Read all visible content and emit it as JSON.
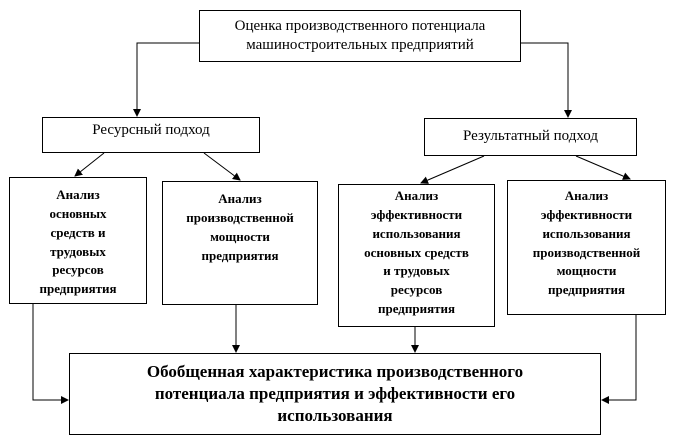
{
  "diagram": {
    "top": {
      "lines": [
        "Оценка производственного потенциала",
        "машиностроительных предприятий"
      ]
    },
    "resource": {
      "label": "Ресурсный подход"
    },
    "result": {
      "label": "Результатный подход"
    },
    "analysis1": {
      "lines": [
        "Анализ",
        "основных",
        "средств и",
        "трудовых",
        "ресурсов",
        "предприятия"
      ]
    },
    "analysis2": {
      "lines": [
        "Анализ",
        "производственной",
        "мощности",
        "предприятия"
      ]
    },
    "analysis3": {
      "lines": [
        "Анализ",
        "эффективности",
        "использования",
        "основных средств",
        "и трудовых",
        "ресурсов",
        "предприятия"
      ]
    },
    "analysis4": {
      "lines": [
        "Анализ",
        "эффективности",
        "использования",
        "производственной",
        "мощности",
        "предприятия"
      ]
    },
    "summary": {
      "lines": [
        "Обобщенная характеристика производственного",
        "потенциала предприятия и эффективности его",
        "использования"
      ]
    }
  }
}
